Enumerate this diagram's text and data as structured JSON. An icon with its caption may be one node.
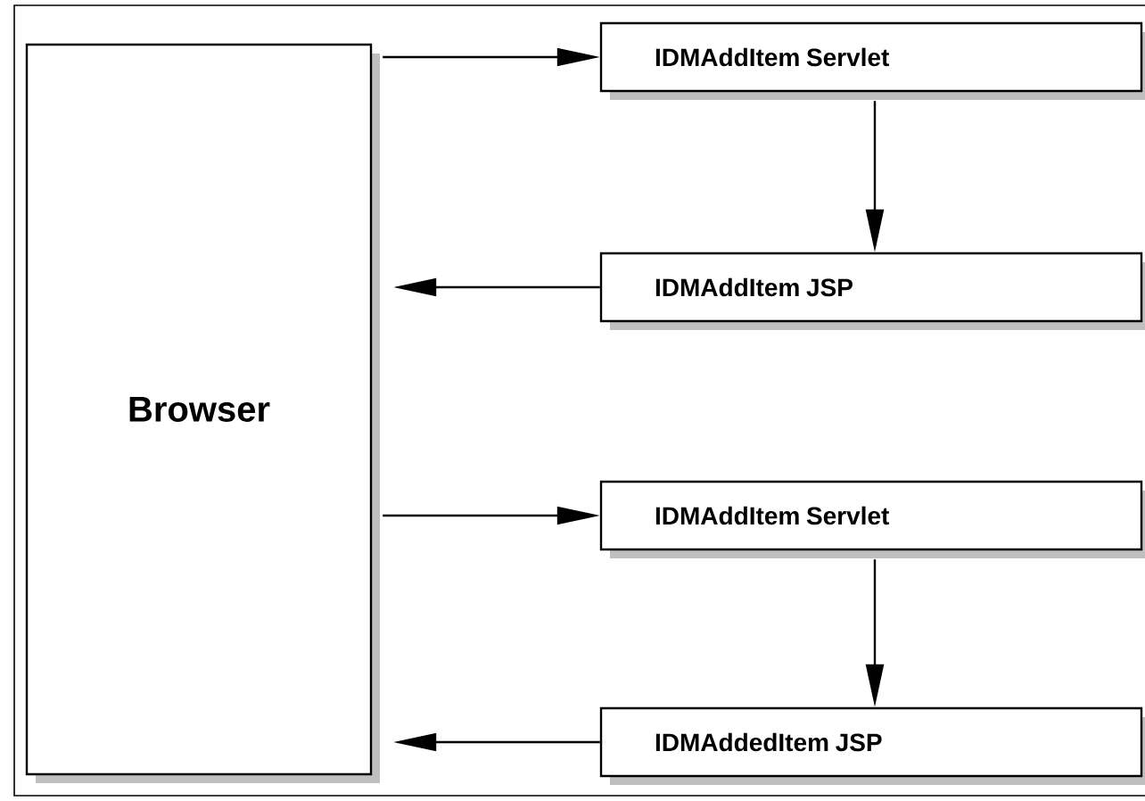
{
  "diagram": {
    "nodes": [
      {
        "text": [
          "Browser"
        ]
      },
      {
        "text": [
          "IDMAddItem Servlet"
        ]
      },
      {
        "text": [
          "IDMAddItem JSP"
        ]
      },
      {
        "text": [
          "IDMAddItem Servlet"
        ]
      },
      {
        "text": [
          "IDMAddedItem JSP"
        ]
      }
    ],
    "edges": [
      {
        "from": 0,
        "to": 1,
        "arrow": "to"
      },
      {
        "from": 1,
        "to": 2,
        "arrow": "to"
      },
      {
        "from": 2,
        "to": 0,
        "arrow": "to"
      },
      {
        "from": 0,
        "to": 3,
        "arrow": "to"
      },
      {
        "from": 3,
        "to": 4,
        "arrow": "to"
      },
      {
        "from": 4,
        "to": 0,
        "arrow": "to"
      }
    ]
  }
}
